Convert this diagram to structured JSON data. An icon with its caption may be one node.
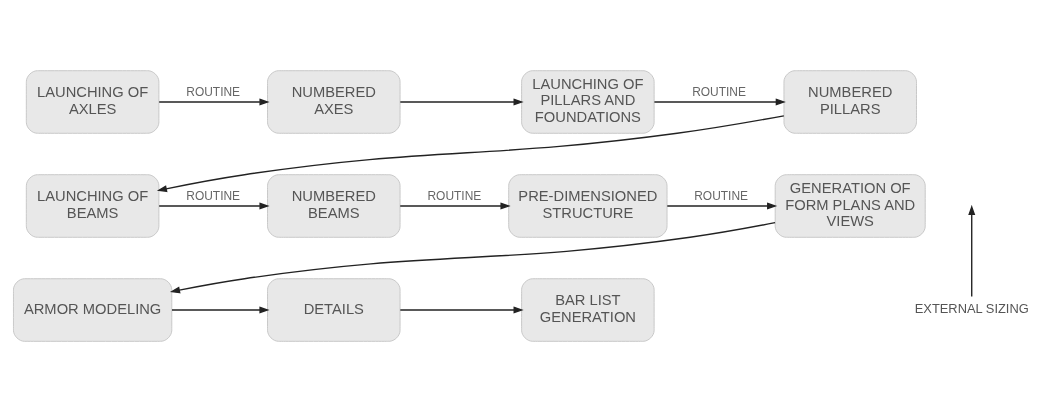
{
  "diagram": {
    "nodes": [
      {
        "text": [
          "LAUNCHING OF AXLES"
        ]
      },
      {
        "text": [
          "NUMBERED",
          "AXES"
        ]
      },
      {
        "text": [
          "LAUNCHING OF PILLARS AND FOUNDATIONS"
        ]
      },
      {
        "text": [
          "NUMBERED",
          "PILLARS"
        ]
      },
      {
        "text": [
          "LAUNCHING OF BEAMS"
        ]
      },
      {
        "text": [
          "NUMBERED",
          "BEAMS"
        ]
      },
      {
        "text": [
          "PRE-DIMENSIONED",
          "STRUCTURE"
        ]
      },
      {
        "text": [
          "GENERATION OF FORM PLANS AND VIEWS"
        ]
      },
      {
        "text": [
          "ARMOR MODELING"
        ]
      },
      {
        "text": [
          "DETAILS"
        ]
      },
      {
        "text": [
          "BAR LIST",
          "GENERATION"
        ]
      },
      {
        "text": [
          "EXTERNAL SIZING"
        ]
      }
    ],
    "edges": [
      {
        "from": 0,
        "to": 1,
        "arrow": "to",
        "label": "ROUTINE"
      },
      {
        "from": 1,
        "to": 2,
        "arrow": "to"
      },
      {
        "from": 2,
        "to": 3,
        "arrow": "to",
        "label": "ROUTINE"
      },
      {
        "from": 3,
        "to": 4,
        "arrow": "to"
      },
      {
        "from": 4,
        "to": 5,
        "arrow": "to",
        "label": "ROUTINE"
      },
      {
        "from": 5,
        "to": 6,
        "arrow": "to",
        "label": "ROUTINE"
      },
      {
        "from": 6,
        "to": 7,
        "arrow": "to",
        "label": "ROUTINE"
      },
      {
        "from": 7,
        "to": 8,
        "arrow": "to"
      },
      {
        "from": 8,
        "to": 9,
        "arrow": "to"
      },
      {
        "from": 9,
        "to": 10,
        "arrow": "to"
      },
      {
        "from": 11,
        "to": null,
        "arrow": "to"
      }
    ]
  }
}
